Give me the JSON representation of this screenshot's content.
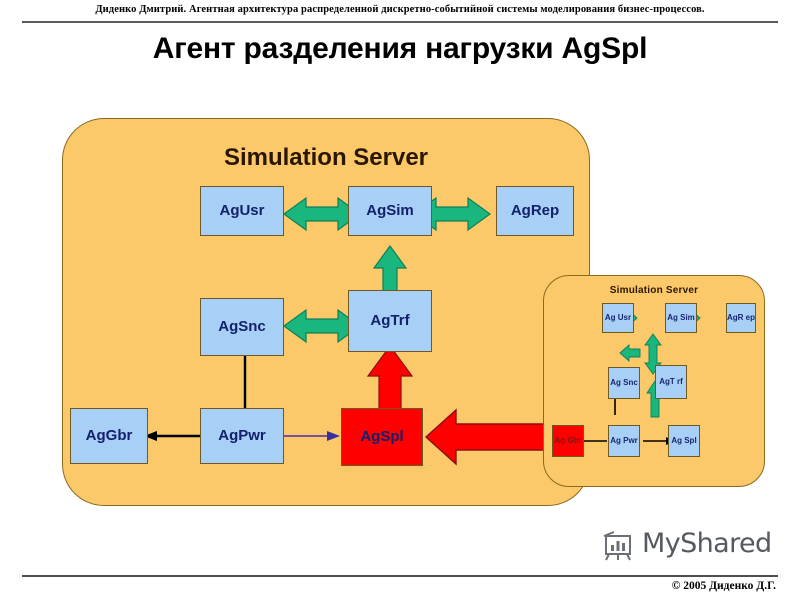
{
  "header": {
    "note": "Диденко Дмитрий. Агентная архитектура распределенной дискретно-событийной системы моделирования бизнес-процессов.",
    "title": "Агент разделения нагрузки AgSpl"
  },
  "diagram": {
    "main_panel": {
      "title": "Simulation Server",
      "nodes": [
        {
          "id": "agusr",
          "label": "AgUsr",
          "color": "#a8d0f7"
        },
        {
          "id": "agsim",
          "label": "AgSim",
          "color": "#a8d0f7"
        },
        {
          "id": "agrep",
          "label": "AgRep",
          "color": "#a8d0f7"
        },
        {
          "id": "agsnc",
          "label": "AgSnc",
          "color": "#a8d0f7"
        },
        {
          "id": "agtrf",
          "label": "AgTrf",
          "color": "#a8d0f7"
        },
        {
          "id": "aggbr",
          "label": "AgGbr",
          "color": "#a8d0f7"
        },
        {
          "id": "agpwr",
          "label": "AgPwr",
          "color": "#a8d0f7"
        },
        {
          "id": "agspl",
          "label": "AgSpl",
          "color": "#fe0000"
        }
      ],
      "connections": [
        {
          "from": "AgUsr",
          "to": "AgSim",
          "style": "green-double"
        },
        {
          "from": "AgSim",
          "to": "AgRep",
          "style": "green-double"
        },
        {
          "from": "AgSim",
          "to": "AgTrf",
          "style": "green-double-vertical"
        },
        {
          "from": "AgSnc",
          "to": "AgTrf",
          "style": "green-double"
        },
        {
          "from": "AgSpl",
          "to": "AgTrf",
          "style": "red-up"
        },
        {
          "from": "AgPwr",
          "to": "AgGbr",
          "style": "black-line"
        },
        {
          "from": "AgPwr",
          "to": "AgSnc",
          "style": "black-line-up"
        },
        {
          "from": "AgPwr",
          "to": "AgSpl",
          "style": "purple-line"
        },
        {
          "from": "AgSpl",
          "to": "AgGbr-inset",
          "style": "red-double"
        }
      ]
    },
    "inset_panel": {
      "title": "Simulation Server",
      "nodes": [
        {
          "id": "agusr2",
          "label": "Ag Usr",
          "color": "#a8d0f7"
        },
        {
          "id": "agsim2",
          "label": "Ag Sim",
          "color": "#a8d0f7"
        },
        {
          "id": "agrep2",
          "label": "AgR ep",
          "color": "#a8d0f7"
        },
        {
          "id": "agsnc2",
          "label": "Ag Snc",
          "color": "#a8d0f7"
        },
        {
          "id": "agtrf2",
          "label": "AgT rf",
          "color": "#a8d0f7"
        },
        {
          "id": "aggbr2",
          "label": "Ag Gbr",
          "color": "#fe0000"
        },
        {
          "id": "agpwr2",
          "label": "Ag Pwr",
          "color": "#a8d0f7"
        },
        {
          "id": "agspl2",
          "label": "Ag Spl",
          "color": "#a8d0f7"
        }
      ]
    },
    "colors": {
      "panel_fill": "#fbc96a",
      "panel_border": "#8a6a1c",
      "node_blue": "#a8d0f7",
      "node_red": "#fe0000",
      "arrow_green": "#19b77e",
      "arrow_red": "#fe0000",
      "text_navy": "#13206b"
    }
  },
  "footer": {
    "logo_text": "MyShared",
    "logo_icon": "presentation-chart-icon",
    "copyright": "© 2005 Диденко Д.Г."
  }
}
